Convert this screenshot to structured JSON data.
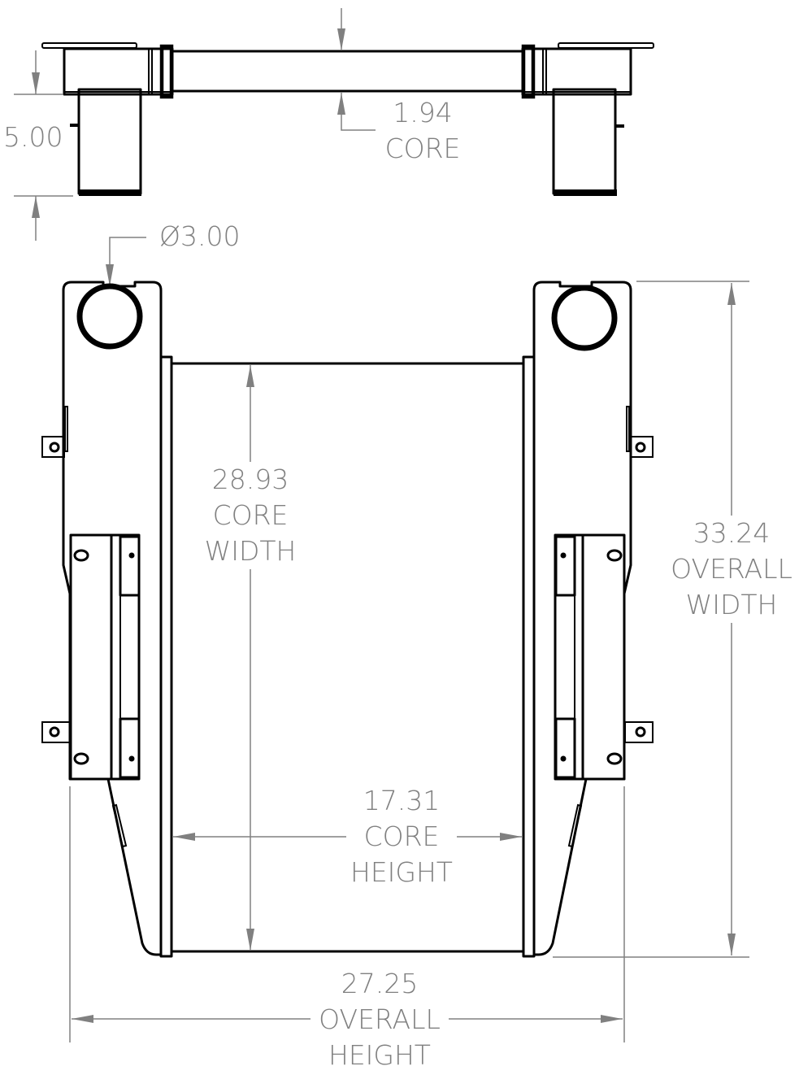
{
  "drawing": {
    "views": [
      "top-view",
      "front-view"
    ],
    "line_color": "#000000",
    "dimension_color": "#808080"
  },
  "dimensions": {
    "core_thickness": {
      "value": "1.94",
      "label": "CORE"
    },
    "inlet_offset": {
      "value": "5.00"
    },
    "port_diameter": {
      "symbol": "Ø",
      "value": "3.00"
    },
    "core_width": {
      "value": "28.93",
      "label1": "CORE",
      "label2": "WIDTH"
    },
    "overall_width": {
      "value": "33.24",
      "label1": "OVERALL",
      "label2": "WIDTH"
    },
    "core_height": {
      "value": "17.31",
      "label1": "CORE",
      "label2": "HEIGHT"
    },
    "overall_height": {
      "value": "27.25",
      "label1": "OVERALL",
      "label2": "HEIGHT"
    }
  }
}
